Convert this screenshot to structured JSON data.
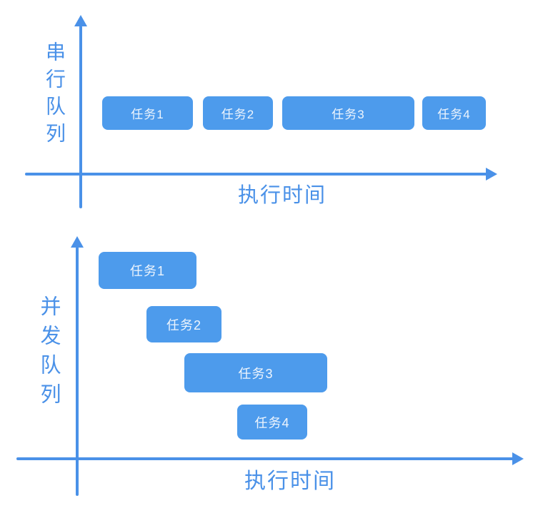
{
  "colors": {
    "background": "#ffffff",
    "axis": "#4a91e8",
    "label": "#4a91e8",
    "task_fill": "#4d9bec",
    "task_text": "#eef5fd"
  },
  "serial_diagram": {
    "y_axis_label": "串行队列",
    "x_axis_label": "执行时间",
    "tasks": [
      {
        "label": "任务1"
      },
      {
        "label": "任务2"
      },
      {
        "label": "任务3"
      },
      {
        "label": "任务4"
      }
    ]
  },
  "concurrent_diagram": {
    "y_axis_label": "并发队列",
    "x_axis_label": "执行时间",
    "tasks": [
      {
        "label": "任务1"
      },
      {
        "label": "任务2"
      },
      {
        "label": "任务3"
      },
      {
        "label": "任务4"
      }
    ]
  }
}
